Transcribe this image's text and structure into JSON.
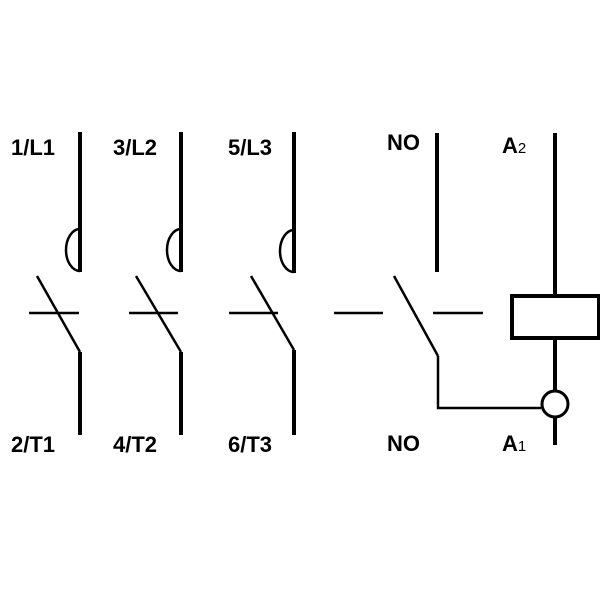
{
  "poles": [
    {
      "top_label": "1/L1",
      "bottom_label": "2/T1"
    },
    {
      "top_label": "3/L2",
      "bottom_label": "4/T2"
    },
    {
      "top_label": "5/L3",
      "bottom_label": "6/T3"
    }
  ],
  "aux_contact": {
    "top_label": "NO",
    "bottom_label": "NO"
  },
  "coil": {
    "top_label_main": "A",
    "top_label_sub": "2",
    "bottom_label_main": "A",
    "bottom_label_sub": "1"
  }
}
